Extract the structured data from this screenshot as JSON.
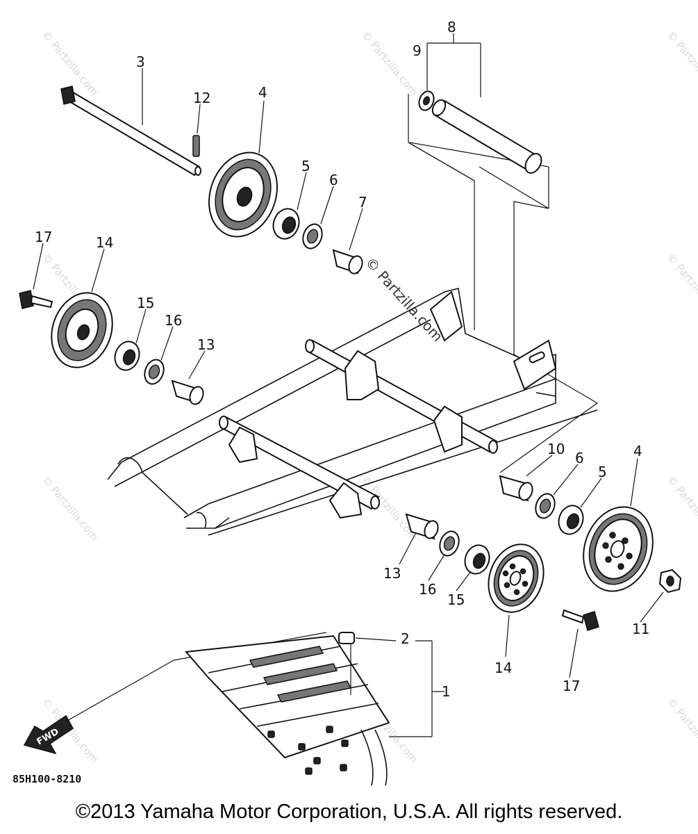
{
  "diagram": {
    "callouts": [
      "8",
      "9",
      "3",
      "12",
      "4",
      "5",
      "6",
      "7",
      "17",
      "14",
      "15",
      "16",
      "13",
      "10",
      "6",
      "5",
      "4",
      "13",
      "16",
      "15",
      "14",
      "17",
      "11",
      "2",
      "1"
    ],
    "drawing_code": "85H100-8210",
    "fwd_label": "FWD",
    "watermark": "© Partzilla.com"
  },
  "footer": {
    "copyright": "©2013 Yamaha Motor Corporation, U.S.A. All rights reserved."
  }
}
